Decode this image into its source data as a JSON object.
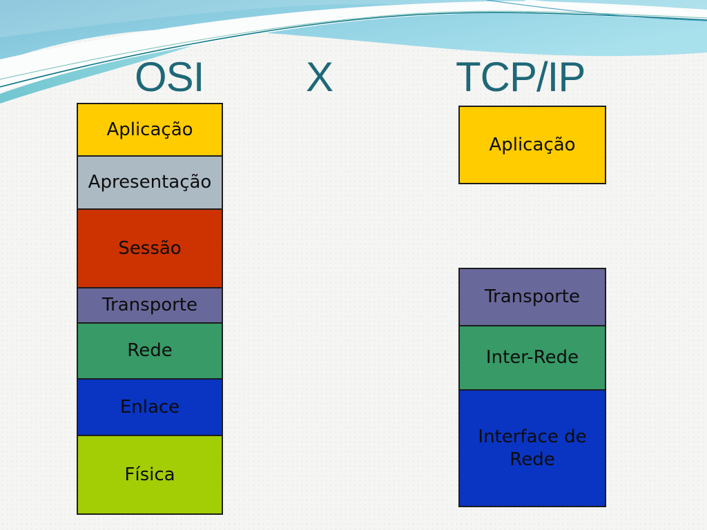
{
  "title": {
    "left": "OSI",
    "separator": "X",
    "right": "TCP/IP",
    "color": "#1E6878"
  },
  "palette": {
    "application_yellow": "#FFCC00",
    "presentation_gray": "#ACBAC4",
    "session_red": "#CC3300",
    "transport_purple": "#68689B",
    "network_green": "#379A67",
    "link_blue": "#0A34C2",
    "physical_lime": "#A3CD04",
    "wave_aqua": "#85C4DC",
    "wave_aqua_light": "#A8E0EC",
    "wave_line_teal": "#0E7787"
  },
  "osi_model": {
    "name": "OSI",
    "layers": [
      {
        "id": "aplicacao",
        "label": "Aplicação",
        "color": "#FFCC00",
        "height": 78
      },
      {
        "id": "apresentacao",
        "label": "Apresentação",
        "color": "#ACBAC4",
        "height": 77
      },
      {
        "id": "sessao",
        "label": "Sessão",
        "color": "#CC3300",
        "height": 114
      },
      {
        "id": "transporte",
        "label": "Transporte",
        "color": "#68689B",
        "height": 51
      },
      {
        "id": "rede",
        "label": "Rede",
        "color": "#379A67",
        "height": 81
      },
      {
        "id": "enlace",
        "label": "Enlace",
        "color": "#0A34C2",
        "height": 82
      },
      {
        "id": "fisica",
        "label": "Física",
        "color": "#A3CD04",
        "height": 114
      }
    ]
  },
  "tcpip_model": {
    "name": "TCP/IP",
    "upper_layers": [
      {
        "id": "aplicacao",
        "label": "Aplicação",
        "color": "#FFCC00",
        "height": 114
      }
    ],
    "lower_layers": [
      {
        "id": "transporte",
        "label": "Transporte",
        "color": "#68689B",
        "height": 85
      },
      {
        "id": "inter-rede",
        "label": "Inter-Rede",
        "color": "#379A67",
        "height": 93
      },
      {
        "id": "interface-de-rede",
        "label": "Interface de Rede",
        "color": "#0A34C2",
        "height": 169
      }
    ]
  }
}
